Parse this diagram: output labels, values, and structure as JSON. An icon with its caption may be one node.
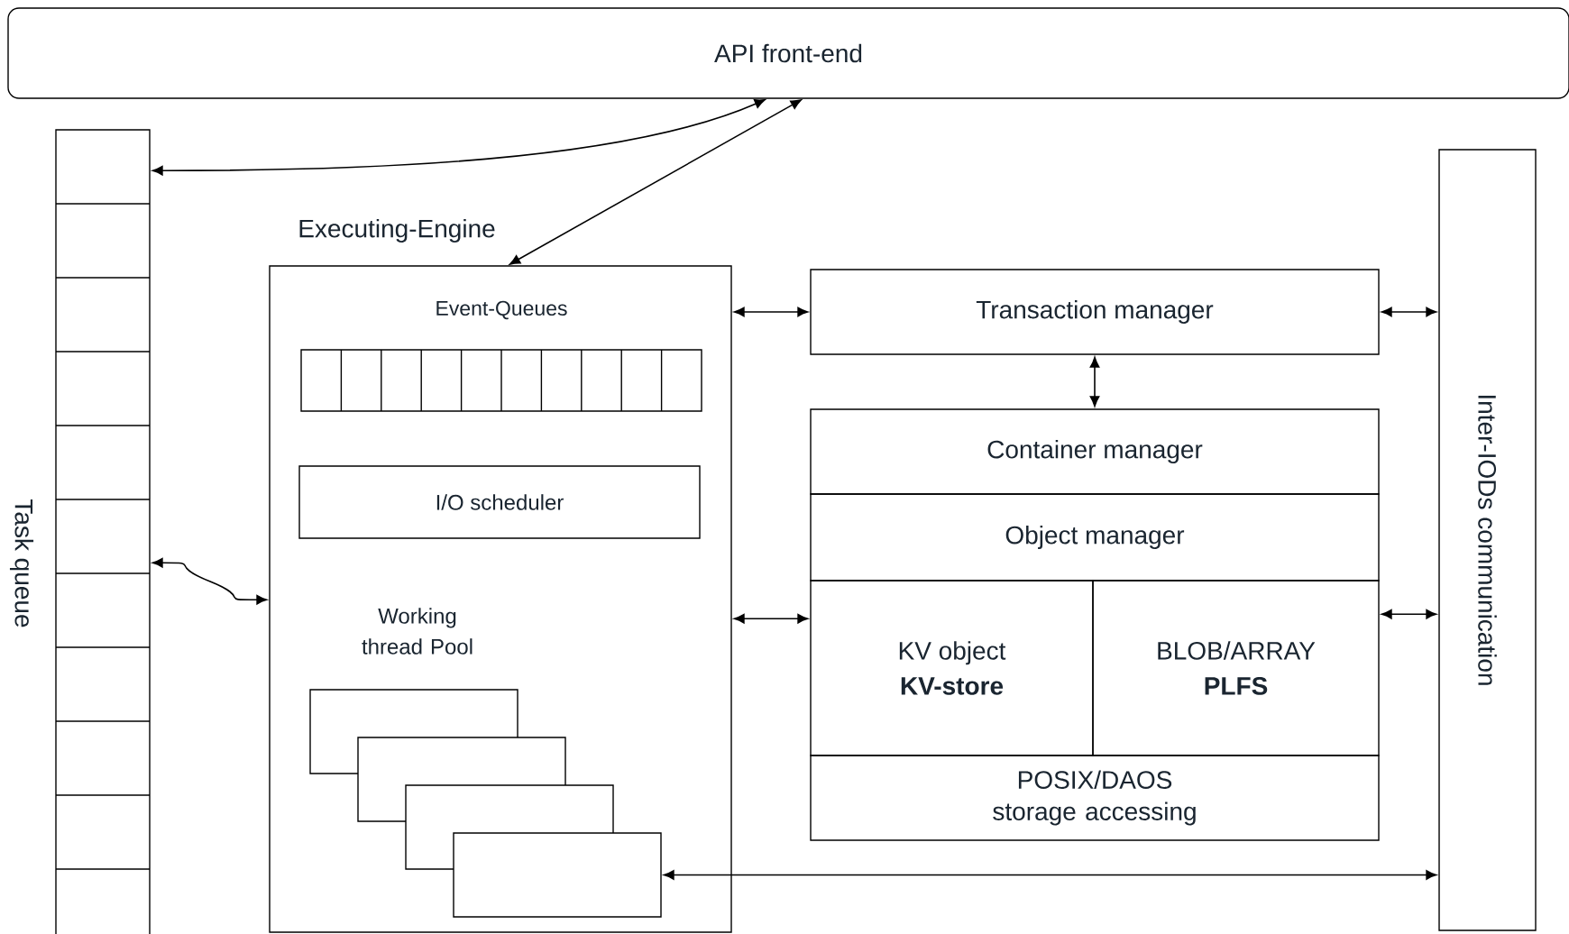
{
  "diagram": {
    "nodes": [
      {
        "text": [
          "API front-end"
        ]
      },
      {
        "text": [
          "Task queue"
        ]
      },
      {
        "text": [
          "Executing-Engine"
        ]
      },
      {
        "text": [
          "Event-Queues"
        ],
        "in": 2
      },
      {
        "text": [
          "I/O scheduler"
        ],
        "in": 2
      },
      {
        "text": [],
        "shape": "box",
        "in": 2
      },
      {
        "text": [],
        "shape": "box",
        "in": 2
      },
      {
        "text": [],
        "shape": "box",
        "in": 2
      },
      {
        "text": [],
        "shape": "box",
        "in": 2
      },
      {
        "text": [
          "Transaction manager"
        ]
      },
      {
        "text": [
          "Container manager"
        ]
      },
      {
        "text": [
          "Object manager"
        ]
      },
      {
        "text": [
          "KV object",
          "KV-store"
        ]
      },
      {
        "text": [
          "BLOB/ARRAY",
          "PLFS"
        ]
      },
      {
        "text": [
          "POSIX/DAOS storage accessing"
        ]
      },
      {
        "text": [
          "Inter-IODs communication"
        ]
      }
    ],
    "edges": [
      {
        "from": 0,
        "to": 1,
        "arrow": "both"
      },
      {
        "from": 0,
        "to": 2,
        "arrow": "both"
      },
      {
        "from": 1,
        "to": 2,
        "arrow": "both"
      },
      {
        "from": 2,
        "to": 9,
        "arrow": "both"
      },
      {
        "from": 9,
        "to": 15,
        "arrow": "both"
      },
      {
        "from": 9,
        "to": 10,
        "arrow": "both"
      },
      {
        "from": 2,
        "to": 12,
        "arrow": "both"
      },
      {
        "from": 13,
        "to": 15,
        "arrow": "both"
      },
      {
        "from": 8,
        "to": 15,
        "arrow": "both"
      }
    ],
    "labels": [
      "Working thread Pool"
    ]
  }
}
